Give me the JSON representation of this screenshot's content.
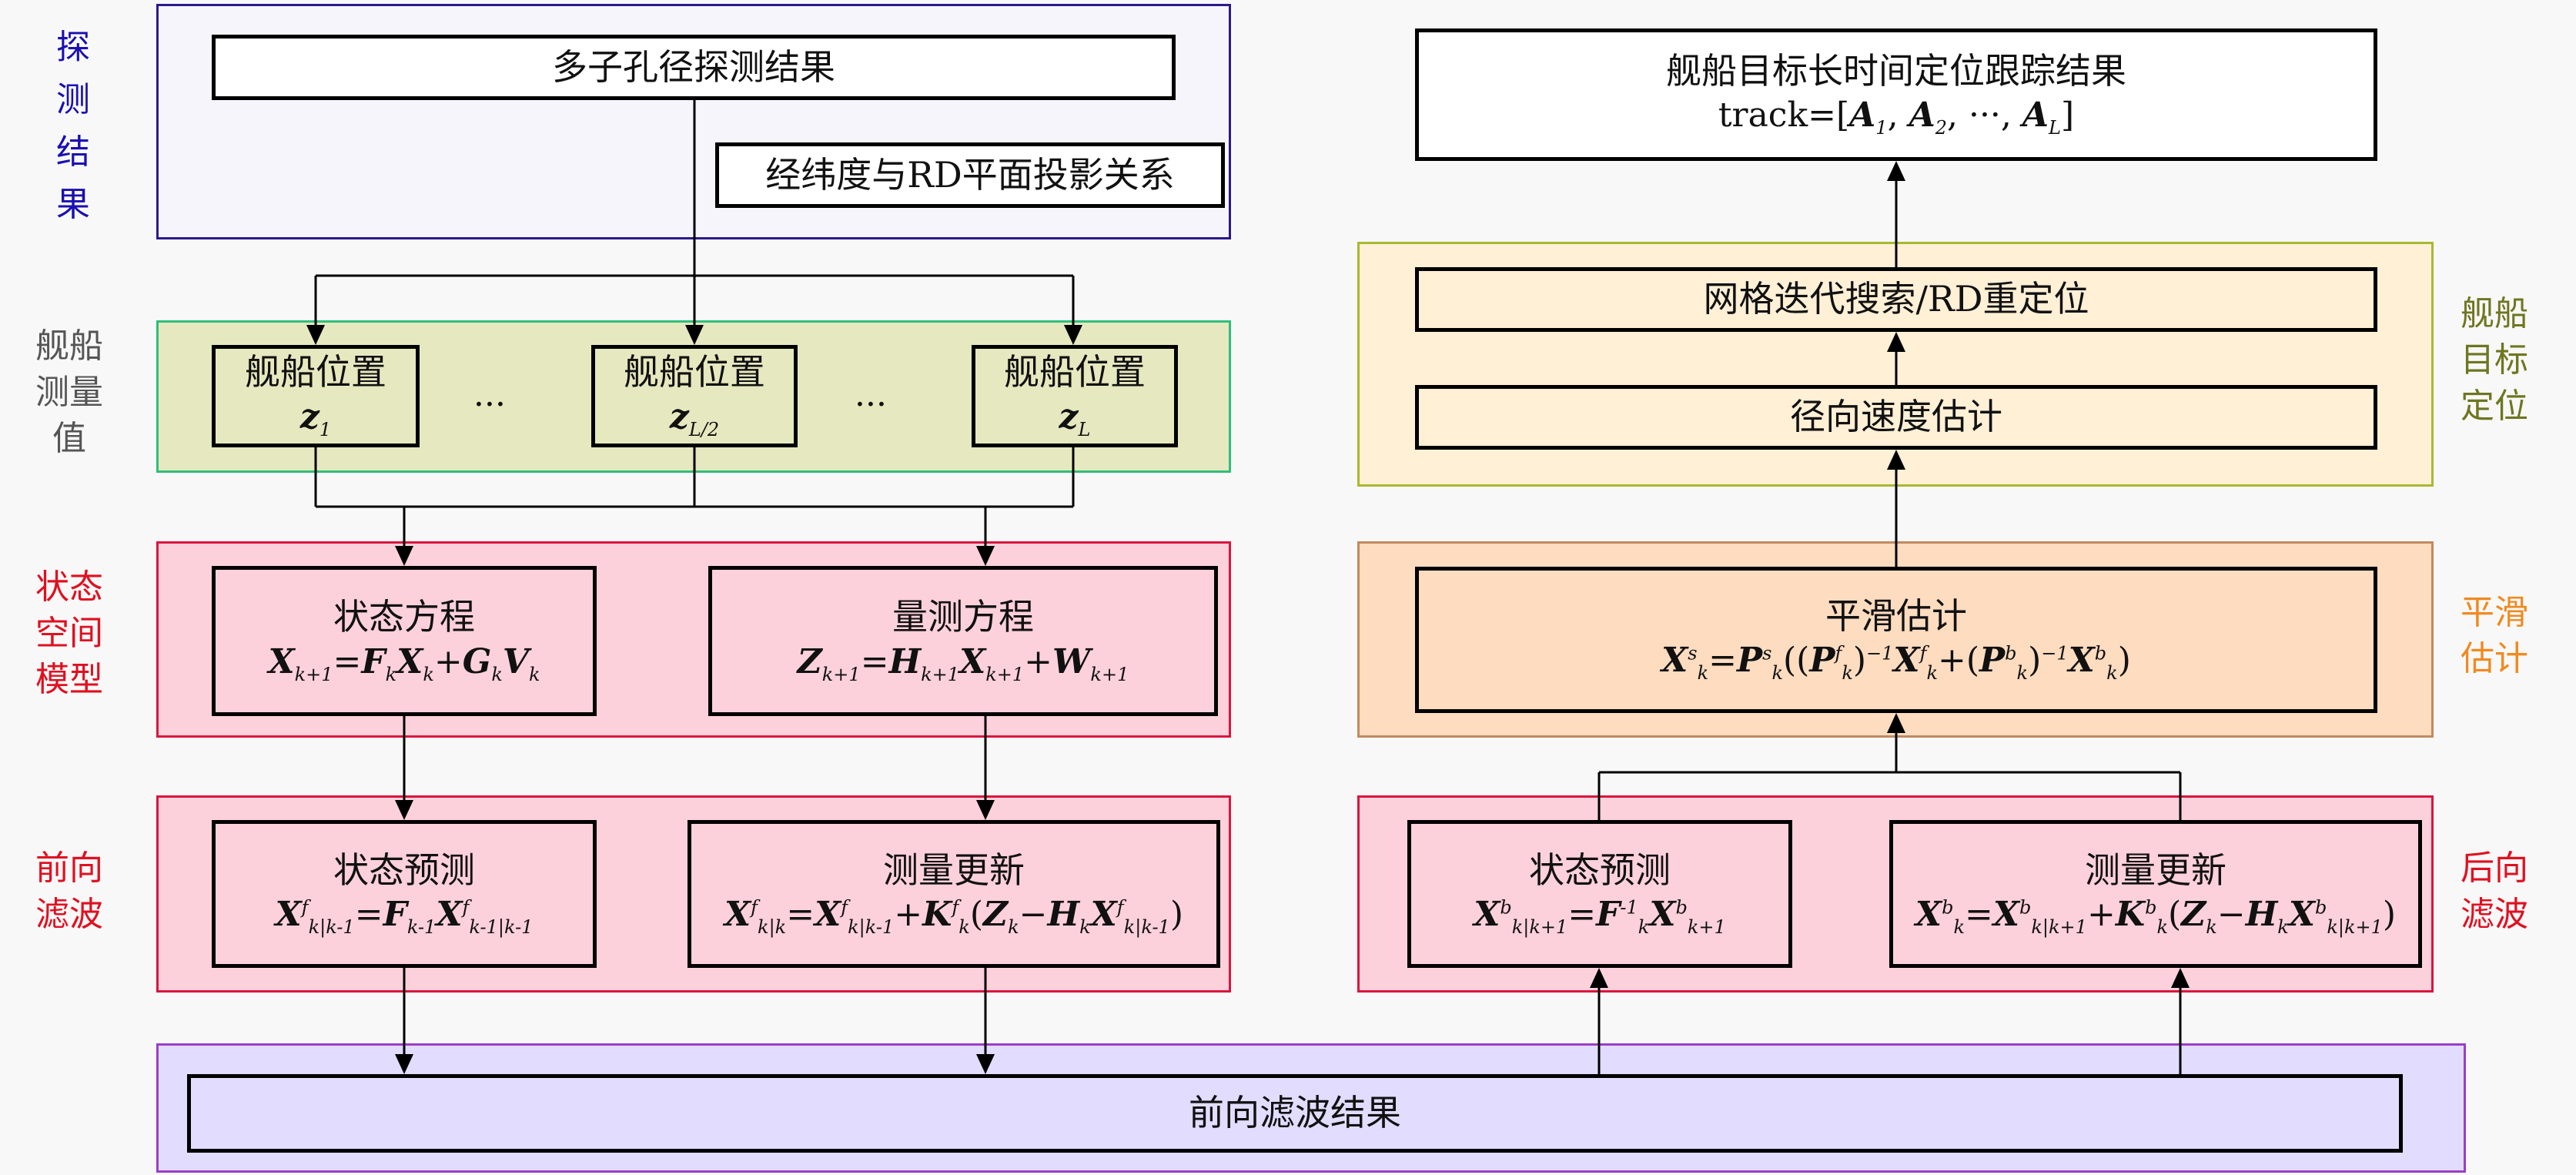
{
  "colors": {
    "detect_group_border": "#2a1a8a",
    "detect_label": "#1a0fb0",
    "measure_group_fill": "#e6e9bf",
    "measure_group_border": "#2fbf7a",
    "measure_label": "#555555",
    "pink_fill": "#fdd1dc",
    "pink_border": "#d9163e",
    "red_label": "#e01020",
    "locate_fill": "#fff0d6",
    "locate_border": "#a8b830",
    "locate_label": "#6e7620",
    "smooth_fill": "#fddcc0",
    "smooth_border": "#c08a60",
    "smooth_label": "#f08a20",
    "result_fill": "#e2dcff",
    "result_border": "#9a3fc8"
  },
  "side_labels": {
    "detect": [
      "探",
      "测",
      "结",
      "果"
    ],
    "measure": [
      "舰船",
      "测量",
      "值"
    ],
    "state_space": [
      "状态",
      "空间",
      "模型"
    ],
    "forward": [
      "前向",
      "滤波"
    ],
    "locate": [
      "舰船",
      "目标",
      "定位"
    ],
    "smooth": [
      "平滑",
      "估计"
    ],
    "backward": [
      "后向",
      "滤波"
    ]
  },
  "nodes": {
    "multi_aperture": "多子孔径探测结果",
    "projection": "经纬度与RD平面投影关系",
    "ship_pos": [
      {
        "title": "舰船位置",
        "var": "z",
        "sub": "1"
      },
      {
        "title": "舰船位置",
        "var": "z",
        "sub": "L/2"
      },
      {
        "title": "舰船位置",
        "var": "z",
        "sub": "L"
      }
    ],
    "ellipsis": "···",
    "state_eq": {
      "title": "状态方程"
    },
    "measure_eq": {
      "title": "量测方程"
    },
    "fwd_predict": {
      "title": "状态预测"
    },
    "fwd_update": {
      "title": "测量更新"
    },
    "bwd_predict": {
      "title": "状态预测"
    },
    "bwd_update": {
      "title": "测量更新"
    },
    "forward_result": "前向滤波结果",
    "smooth_est": {
      "title": "平滑估计"
    },
    "radial_vel": "径向速度估计",
    "grid_search": "网格迭代搜索/RD重定位",
    "track_result": {
      "title": "舰船目标长时间定位跟踪结果",
      "formula_prefix": "track="
    }
  }
}
